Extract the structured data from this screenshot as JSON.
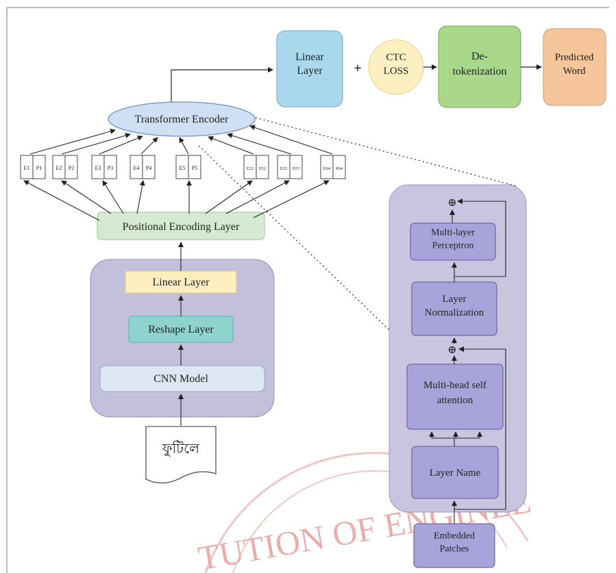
{
  "colors": {
    "linear_top": "#a9d8ec",
    "ctc": "#fcefc1",
    "detok": "#a9d88a",
    "predicted": "#f6c59b",
    "encoder": "#cfe0f5",
    "positional": "#d6ead3",
    "cnn_panel": "#c3c0dc",
    "linear_inner": "#fdeec0",
    "reshape": "#8fd3cf",
    "cnn_model": "#dde7f3",
    "transformer_panel": "#c9c5e0",
    "transformer_block": "#a9a3dc",
    "watermark": "#d86e6e"
  },
  "top_row": {
    "linear_layer": "Linear\nLayer",
    "plus": "+",
    "ctc_loss": "CTC\nLOSS",
    "detokenization": "De-\ntokenization",
    "predicted_word": "Predicted\nWord"
  },
  "encoder": {
    "label": "Transformer Encoder"
  },
  "patches": [
    {
      "e": "E1",
      "p": "P1"
    },
    {
      "e": "E2",
      "p": "P2"
    },
    {
      "e": "E3",
      "p": "P3"
    },
    {
      "e": "E4",
      "p": "P4"
    },
    {
      "e": "E5",
      "p": "P5"
    },
    {
      "e": "E22",
      "p": "P22"
    },
    {
      "e": "E23",
      "p": "P23"
    },
    {
      "e": "E64",
      "p": "P64"
    }
  ],
  "positional_layer": "Positional Encoding Layer",
  "cnn_stack": {
    "linear": "Linear Layer",
    "reshape": "Reshape Layer",
    "cnn": "CNN Model"
  },
  "input_word": "ফুটিলে",
  "transformer_detail": {
    "mlp": "Multi-layer\nPerceptron",
    "layer_norm": "Layer\nNormalization",
    "mhsa": "Multi-head self\nattention",
    "layer_name": "Layer Name",
    "embedded_patches": "Embedded\nPatches",
    "add_symbol": "⊕"
  },
  "watermark": "TUTION OF ENGINEE"
}
